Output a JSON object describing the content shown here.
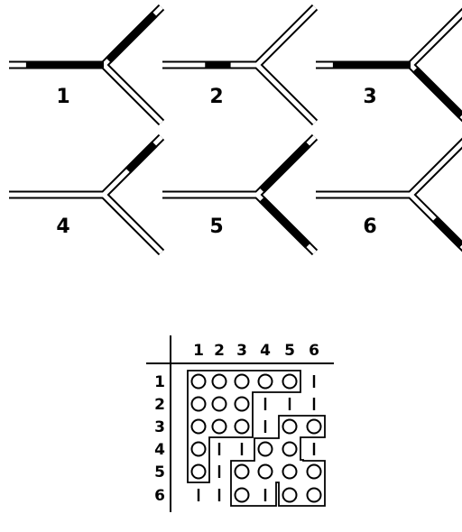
{
  "junctions": [
    {
      "label": "1",
      "filled": [
        "left-full",
        "upper-full"
      ]
    },
    {
      "label": "2",
      "filled": [
        "left-partial"
      ]
    },
    {
      "label": "3",
      "filled": [
        "left-full",
        "lower-full"
      ]
    },
    {
      "label": "4",
      "filled": [
        "upper-partial"
      ]
    },
    {
      "label": "5",
      "filled": [
        "upper-full",
        "lower-full"
      ]
    },
    {
      "label": "6",
      "filled": [
        "lower-partial"
      ]
    }
  ],
  "matrix": {
    "column_labels": [
      "1",
      "2",
      "3",
      "4",
      "5",
      "6"
    ],
    "row_labels": [
      "1",
      "2",
      "3",
      "4",
      "5",
      "6"
    ],
    "circle_symbol": "O",
    "bar_symbol": "I",
    "cells": [
      [
        "O",
        "O",
        "O",
        "O",
        "O",
        "I"
      ],
      [
        "O",
        "O",
        "O",
        "I",
        "I",
        "I"
      ],
      [
        "O",
        "O",
        "O",
        "I",
        "O",
        "O"
      ],
      [
        "O",
        "I",
        "I",
        "O",
        "O",
        "I"
      ],
      [
        "O",
        "I",
        "O",
        "O",
        "O",
        "O"
      ],
      [
        "I",
        "I",
        "O",
        "I",
        "O",
        "O"
      ]
    ]
  }
}
